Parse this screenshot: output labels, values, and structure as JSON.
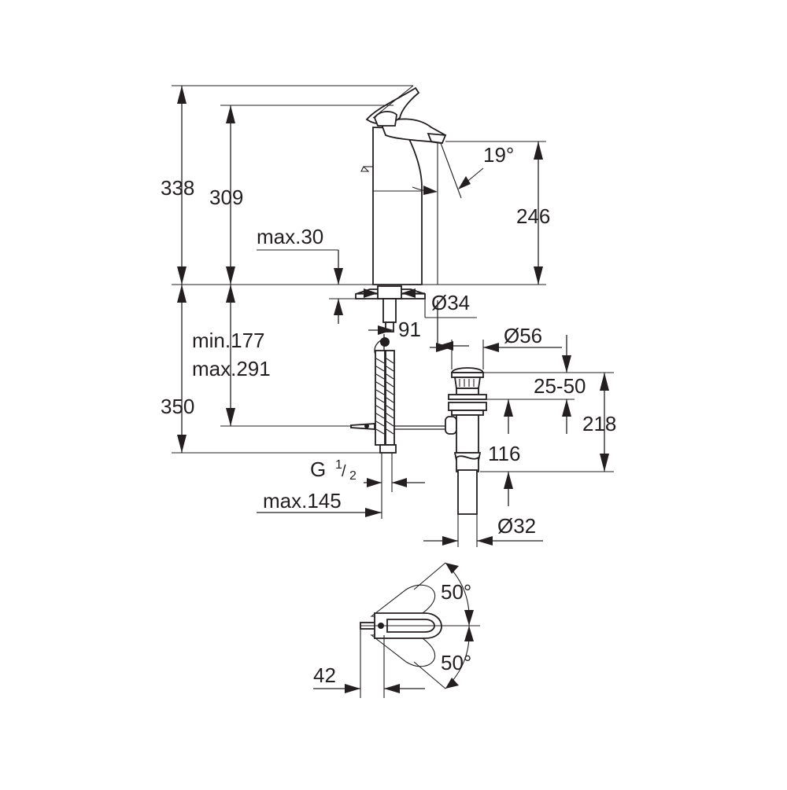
{
  "dimensions": {
    "total_height": "338",
    "spout_height": "309",
    "outlet_height": "246",
    "spout_angle": "19°",
    "max_deck": "max.30",
    "hole_diameter": "Ø34",
    "projection": "91",
    "waste_diameter": "Ø56",
    "min_range": "min.177",
    "max_range": "max.291",
    "below_deck": "350",
    "waste_adjust": "25-50",
    "waste_total": "218",
    "waste_length": "116",
    "thread": "G",
    "thread_num": "1",
    "thread_den": "2",
    "max_width": "max.145",
    "tail_diameter": "Ø32",
    "lever_angle_up": "50°",
    "lever_angle_down": "50°",
    "lever_offset": "42"
  }
}
